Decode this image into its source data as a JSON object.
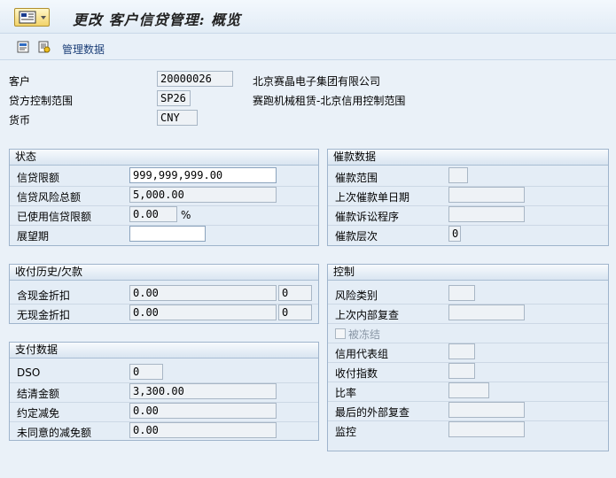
{
  "window": {
    "title": "更改 客户信贷管理: 概览"
  },
  "toolbar": {
    "master_data_label": "管理数据"
  },
  "header_fields": {
    "customer": {
      "label": "客户",
      "value": "20000026",
      "desc": "北京赛晶电子集团有限公司"
    },
    "credit_control_area": {
      "label": "贷方控制范围",
      "value": "SP26",
      "desc": "赛跑机械租赁-北京信用控制范围"
    },
    "currency": {
      "label": "货币",
      "value": "CNY"
    }
  },
  "status": {
    "title": "状态",
    "credit_limit": {
      "label": "信贷限额",
      "value": "999,999,999.00"
    },
    "credit_exposure": {
      "label": "信贷风险总额",
      "value": "5,000.00"
    },
    "used_credit_limit": {
      "label": "已使用信贷限额",
      "value": "0.00",
      "unit": "%"
    },
    "horizon": {
      "label": "展望期",
      "value": ""
    }
  },
  "dunning": {
    "title": "催款数据",
    "dunning_area": {
      "label": "催款范围",
      "value": ""
    },
    "last_dunning_notice": {
      "label": "上次催款单日期",
      "value": ""
    },
    "legal_dunning": {
      "label": "催款诉讼程序",
      "value": ""
    },
    "dunning_level": {
      "label": "催款层次",
      "value": "0"
    }
  },
  "payment_history": {
    "title": "收付历史/欠款",
    "with_cash_discount": {
      "label": "含现金折扣",
      "value": "0.00",
      "extra": "0"
    },
    "without_cash_discount": {
      "label": "无现金折扣",
      "value": "0.00",
      "extra": "0"
    }
  },
  "control": {
    "title": "控制",
    "risk_category": {
      "label": "风险类别",
      "value": ""
    },
    "last_internal_review": {
      "label": "上次内部复查",
      "value": ""
    },
    "blocked": {
      "label": "被冻结"
    },
    "credit_rep_group": {
      "label": "信用代表组",
      "value": ""
    },
    "payment_index": {
      "label": "收付指数",
      "value": ""
    },
    "rating": {
      "label": "比率",
      "value": ""
    },
    "last_external_review": {
      "label": "最后的外部复查",
      "value": ""
    },
    "monitoring": {
      "label": "监控",
      "value": ""
    }
  },
  "payment_data": {
    "title": "支付数据",
    "dso": {
      "label": "DSO",
      "value": "0"
    },
    "clearing_amount": {
      "label": "结清金额",
      "value": "3,300.00"
    },
    "agreed_deductions": {
      "label": "约定减免",
      "value": "0.00"
    },
    "disputed_deductions": {
      "label": "未同意的减免额",
      "value": "0.00"
    }
  },
  "colors": {
    "background": "#eaf1f8",
    "group_border": "#9fb4cc",
    "menu_button": "#f2d36a",
    "link_text": "#1c3f78"
  }
}
